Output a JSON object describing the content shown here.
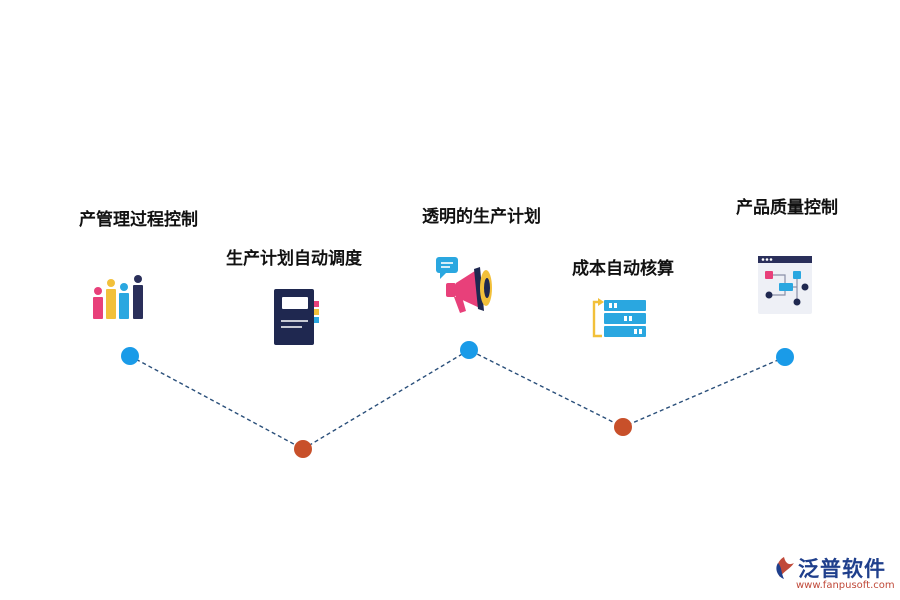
{
  "steps": [
    {
      "label": "产管理过程控制",
      "icon": "bar-chart-icon",
      "dot_color": "#1a9be8"
    },
    {
      "label": "生产计划自动调度",
      "icon": "notebook-icon",
      "dot_color": "#c8502a"
    },
    {
      "label": "透明的生产计划",
      "icon": "megaphone-icon",
      "dot_color": "#1a9be8"
    },
    {
      "label": "成本自动核算",
      "icon": "server-rack-icon",
      "dot_color": "#c8502a"
    },
    {
      "label": "产品质量控制",
      "icon": "flowchart-window-icon",
      "dot_color": "#1a9be8"
    }
  ],
  "connector": {
    "style": "dashed",
    "color": "#2a4f7a"
  },
  "brand": {
    "name": "泛普软件",
    "url": "www.fanpusoft.com"
  }
}
